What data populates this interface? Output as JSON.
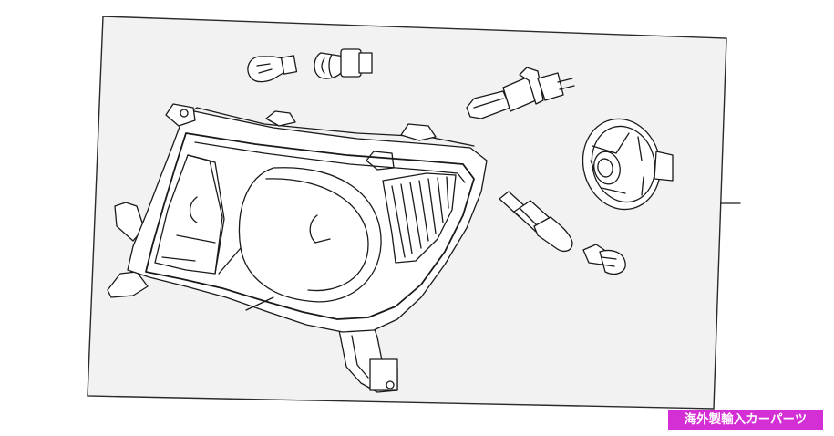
{
  "watermark": {
    "text": "海外製輸入カーパーツ",
    "background": "#d42fd4",
    "color": "#ffffff"
  },
  "diagram": {
    "subject": "headlamp-assembly",
    "parts": [
      "headlamp-housing",
      "wedge-bulb",
      "bulb-socket",
      "halogen-bulb",
      "lamp-cover-cap",
      "side-marker-bulb",
      "small-wedge-bulb"
    ],
    "sheet_color": "#f2f2f2",
    "line_color": "#1a1a1a"
  }
}
